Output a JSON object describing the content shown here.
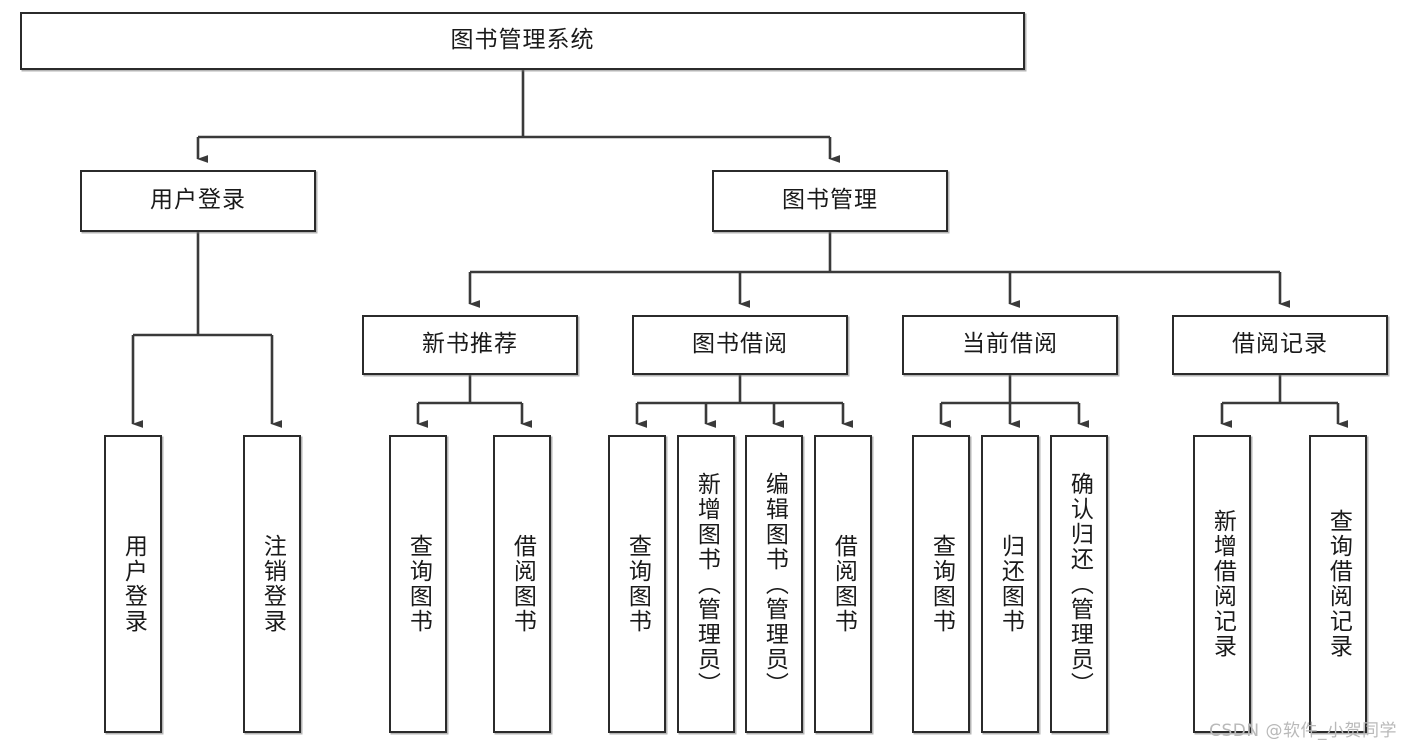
{
  "diagram": {
    "title": "图书管理系统",
    "type": "tree-hierarchy-diagram",
    "colors": {
      "box_border": "#2b2b2b",
      "box_fill": "#ffffff",
      "edge": "#3a3a3a",
      "text": "#1a1a1a",
      "watermark": "#b9b9b9"
    },
    "watermark": "CSDN @软件_小贺同学",
    "levels": {
      "root": {
        "label": "图书管理系统"
      },
      "level2": [
        {
          "label": "用户登录"
        },
        {
          "label": "图书管理"
        }
      ],
      "level3": [
        {
          "label": "新书推荐"
        },
        {
          "label": "图书借阅"
        },
        {
          "label": "当前借阅"
        },
        {
          "label": "借阅记录"
        }
      ],
      "leaves": {
        "user_login": [
          {
            "label": "用户登录"
          },
          {
            "label": "注销登录"
          }
        ],
        "new_book_recommend": [
          {
            "label": "查询图书"
          },
          {
            "label": "借阅图书"
          }
        ],
        "book_borrow": [
          {
            "label": "查询图书"
          },
          {
            "label": "新增图书（管理员）"
          },
          {
            "label": "编辑图书（管理员）"
          },
          {
            "label": "借阅图书"
          }
        ],
        "current_borrow": [
          {
            "label": "查询图书"
          },
          {
            "label": "归还图书"
          },
          {
            "label": "确认归还（管理员）"
          }
        ],
        "borrow_record": [
          {
            "label": "新增借阅记录"
          },
          {
            "label": "查询借阅记录"
          }
        ]
      }
    }
  }
}
